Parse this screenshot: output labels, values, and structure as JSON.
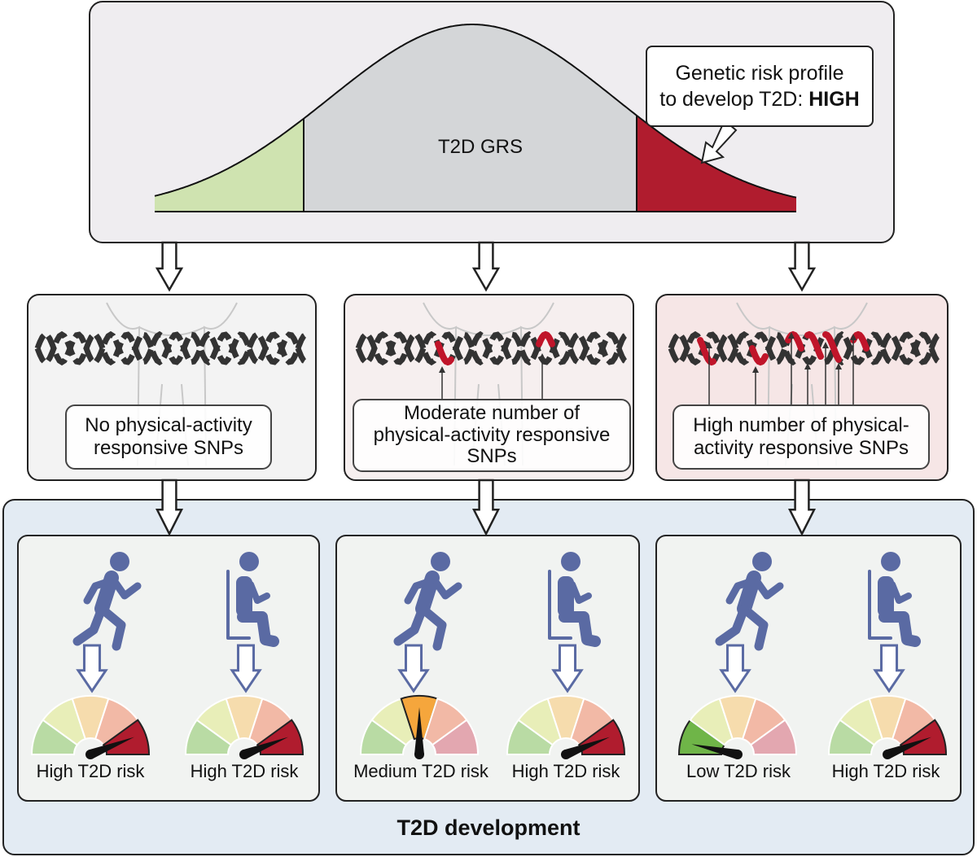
{
  "curve": {
    "label": "T2D GRS",
    "colors": {
      "low": "#cfe3b0",
      "mid": "#d4d6d8",
      "high": "#b01c2e"
    }
  },
  "callout": {
    "line1": "Genetic risk profile",
    "line2_prefix": "to develop T2D: ",
    "line2_bold": "HIGH"
  },
  "snp_panels": [
    {
      "lines": [
        "No physical-activity",
        "responsive SNPs"
      ],
      "bg": "#f3f3f3"
    },
    {
      "lines": [
        "Moderate number of",
        "physical-activity responsive",
        "SNPs"
      ],
      "bg": "#f6efef"
    },
    {
      "lines": [
        "High number of physical-",
        "activity responsive SNPs"
      ],
      "bg": "#f6e6e6"
    }
  ],
  "outcomes": [
    {
      "active_label": "High T2D risk",
      "sedentary_label": "High T2D risk",
      "active_level": "high",
      "sedentary_level": "high"
    },
    {
      "active_label": "Medium T2D risk",
      "sedentary_label": "High T2D risk",
      "active_level": "medium",
      "sedentary_level": "high"
    },
    {
      "active_label": "Low T2D risk",
      "sedentary_label": "High T2D risk",
      "active_level": "low",
      "sedentary_level": "high"
    }
  ],
  "bottom_title": "T2D development",
  "icons": {
    "active": "running-person-icon",
    "sedentary": "sitting-person-icon"
  },
  "colors": {
    "figure": "#5a6aa3",
    "panel_bg": "#e3ebf3",
    "snp_highlight": "#c0152a"
  }
}
